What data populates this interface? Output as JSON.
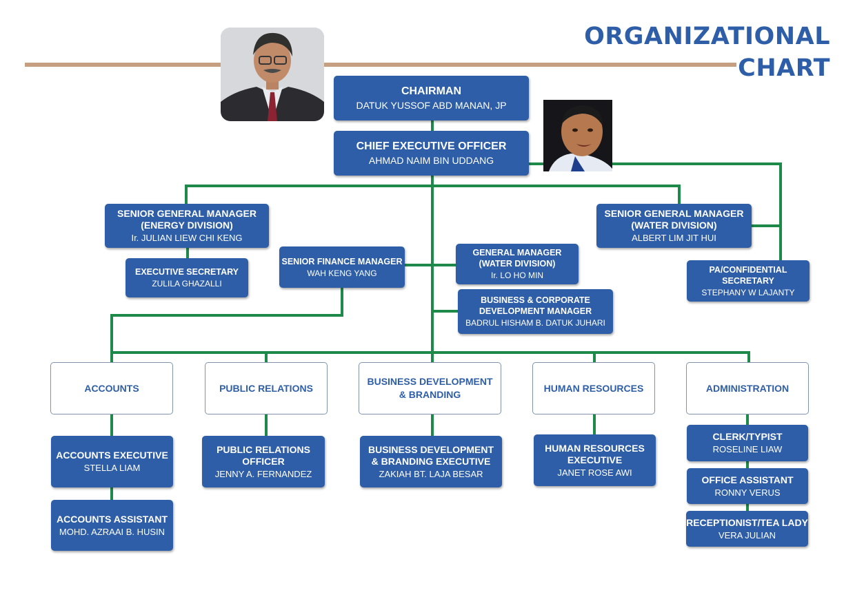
{
  "title": {
    "line1": "ORGANIZATIONAL",
    "line2": "CHART"
  },
  "colors": {
    "box": "#2e5ea8",
    "connector": "#1e8a4a",
    "rule": "#c59f80"
  },
  "chairman": {
    "role": "CHAIRMAN",
    "name": "DATUK YUSSOF ABD MANAN, JP"
  },
  "ceo": {
    "role": "CHIEF EXECUTIVE OFFICER",
    "name": "AHMAD NAIM BIN UDDANG"
  },
  "sgm_energy": {
    "role": "SENIOR GENERAL MANAGER\n(ENERGY DIVISION)",
    "name": "Ir. JULIAN LIEW CHI KENG"
  },
  "exec_secretary": {
    "role": "EXECUTIVE SECRETARY",
    "name": "ZULILA GHAZALLI"
  },
  "sgm_water": {
    "role": "SENIOR GENERAL MANAGER\n(WATER DIVISION)",
    "name": "ALBERT LIM JIT HUI"
  },
  "pa_secretary": {
    "role": "PA/CONFIDENTIAL\nSECRETARY",
    "name": "STEPHANY W LAJANTY"
  },
  "finance_manager": {
    "role": "SENIOR FINANCE MANAGER",
    "name": "WAH KENG YANG"
  },
  "gm_water": {
    "role": "GENERAL MANAGER\n(WATER DIVISION)",
    "name": "Ir. LO HO MIN"
  },
  "bcd_manager": {
    "role": "BUSINESS & CORPORATE\nDEVELOPMENT MANAGER",
    "name": "BADRUL HISHAM B. DATUK JUHARI"
  },
  "departments": {
    "accounts": "ACCOUNTS",
    "public_relations": "PUBLIC RELATIONS",
    "business_development": "BUSINESS DEVELOPMENT\n& BRANDING",
    "human_resources": "HUMAN RESOURCES",
    "administration": "ADMINISTRATION"
  },
  "accounts_executive": {
    "role": "ACCOUNTS EXECUTIVE",
    "name": "STELLA LIAM"
  },
  "accounts_assistant": {
    "role": "ACCOUNTS ASSISTANT",
    "name": "MOHD. AZRAAI B. HUSIN"
  },
  "pr_officer": {
    "role": "PUBLIC RELATIONS\nOFFICER",
    "name": "JENNY A. FERNANDEZ"
  },
  "bd_executive": {
    "role": "BUSINESS DEVELOPMENT\n& BRANDING EXECUTIVE",
    "name": "ZAKIAH BT. LAJA BESAR"
  },
  "hr_executive": {
    "role": "HUMAN RESOURCES\nEXECUTIVE",
    "name": "JANET ROSE AWI"
  },
  "clerk": {
    "role": "CLERK/TYPIST",
    "name": "ROSELINE LIAW"
  },
  "office_assistant": {
    "role": "OFFICE ASSISTANT",
    "name": "RONNY VERUS"
  },
  "receptionist": {
    "role": "RECEPTIONIST/TEA LADY",
    "name": "VERA JULIAN"
  }
}
